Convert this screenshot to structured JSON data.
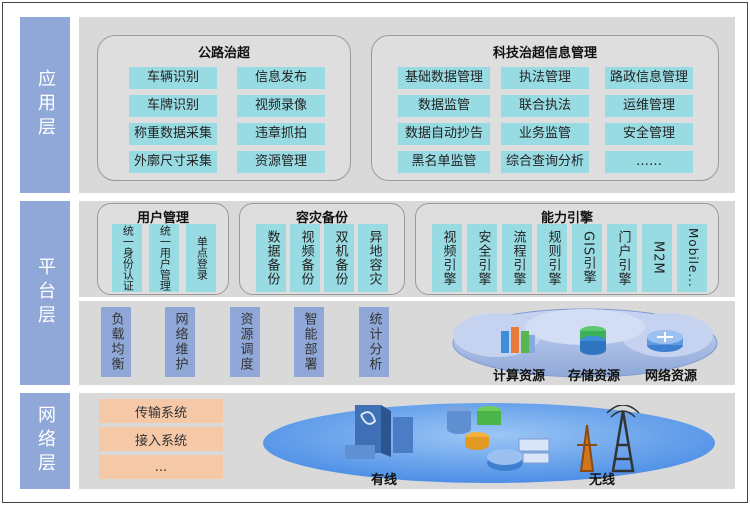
{
  "layers": {
    "app": "应用层",
    "platform": "平台层",
    "network": "网络层"
  },
  "app_groups": {
    "highway": {
      "title": "公路治超",
      "col1": [
        "车辆识别",
        "车牌识别",
        "称重数据采集",
        "外廓尺寸采集"
      ],
      "col2": [
        "信息发布",
        "视频录像",
        "违章抓拍",
        "资源管理"
      ]
    },
    "info": {
      "title": "科技治超信息管理",
      "col1": [
        "基础数据管理",
        "数据监管",
        "数据自动抄告",
        "黑名单监管"
      ],
      "col2": [
        "执法管理",
        "联合执法",
        "业务监管",
        "综合查询分析"
      ],
      "col3": [
        "路政信息管理",
        "运维管理",
        "安全管理",
        "……"
      ]
    }
  },
  "platform_groups": {
    "user": {
      "title": "用户管理",
      "items": [
        "统一身份认证",
        "统一用户管理",
        "单点登录"
      ]
    },
    "backup": {
      "title": "容灾备份",
      "items": [
        "数据备份",
        "视频备份",
        "双机备份",
        "异地容灾"
      ]
    },
    "engine": {
      "title": "能力引擎",
      "items": [
        "视频引擎",
        "安全引擎",
        "流程引擎",
        "规则引擎",
        "GIS引擎",
        "门户引擎",
        "M2M",
        "Mobile..."
      ]
    }
  },
  "platform_services": [
    "负载均衡",
    "网络维护",
    "资源调度",
    "智能部署",
    "统计分析"
  ],
  "resources": [
    "计算资源",
    "存储资源",
    "网络资源"
  ],
  "network": {
    "systems": [
      "传输系统",
      "接入系统",
      "..."
    ],
    "wired": "有线",
    "wireless": "无线"
  },
  "colors": {
    "layer": "#8fa8d8",
    "cell": "#99dbe3",
    "net_cell": "#f5c8a8",
    "cloud": "#5f9be8"
  }
}
